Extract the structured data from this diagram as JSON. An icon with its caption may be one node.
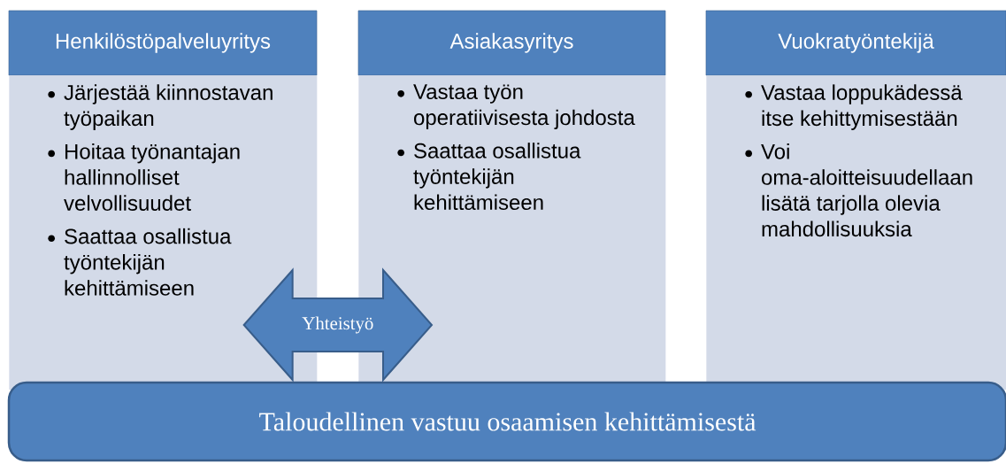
{
  "diagram": {
    "nodes": [
      {
        "text": [
          "Henkilöstöpalveluyritys"
        ]
      },
      {
        "text": [
          "Järjestää kiinnostavan työpaikan",
          "Hoitaa työnantajan hallinnolliset velvollisuudet",
          "Saattaa osallistua työntekijän kehittämiseen"
        ]
      },
      {
        "text": [
          "Asiakasyritys"
        ]
      },
      {
        "text": [
          "Vastaa työn operatiivisesta johdosta",
          "Saattaa osallistua työntekijän kehittämiseen"
        ]
      },
      {
        "text": [
          "Vuokratyöntekijä"
        ]
      },
      {
        "text": [
          "Vastaa loppukädessä itse kehittymisestään",
          "Voi oma-aloitteisuudellaan lisätä tarjolla olevia mahdollisuuksia"
        ]
      },
      {
        "text": [
          "Taloudellinen vastuu osaamisen kehittämisestä"
        ]
      }
    ],
    "edges": [
      {
        "from": 1,
        "to": 3,
        "arrow": "both",
        "label": "Yhteistyö"
      }
    ]
  }
}
